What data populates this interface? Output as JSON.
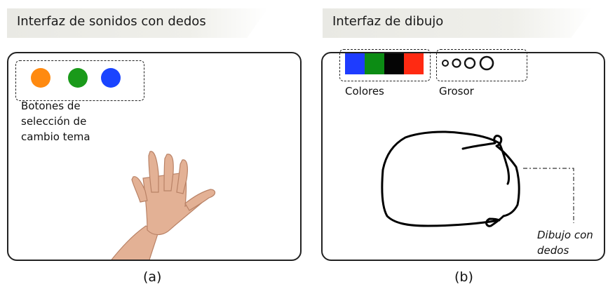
{
  "panel_a": {
    "header": "Interfaz de sonidos con dedos",
    "theme_buttons": [
      {
        "color": "#ff8a10",
        "icon": "orange-circle-icon"
      },
      {
        "color": "#1a9a1a",
        "icon": "green-circle-icon"
      },
      {
        "color": "#1a44ff",
        "icon": "blue-circle-icon"
      }
    ],
    "buttons_label": [
      "Botones de",
      "selección de",
      "cambio tema"
    ],
    "hand_icon": "open-hand-icon",
    "caption": "(a)"
  },
  "panel_b": {
    "header": "Interfaz de dibujo",
    "color_swatches": [
      "#1e3cff",
      "#0c8c14",
      "#050505",
      "#ff2a12"
    ],
    "colors_label": "Colores",
    "thickness_label": "Grosor",
    "thickness_icons": [
      "small-circle-icon",
      "medium-circle-icon",
      "large-circle-icon",
      "xlarge-circle-icon"
    ],
    "drawing_label": [
      "Dibujo con",
      "dedos"
    ],
    "caption": "(b)"
  }
}
